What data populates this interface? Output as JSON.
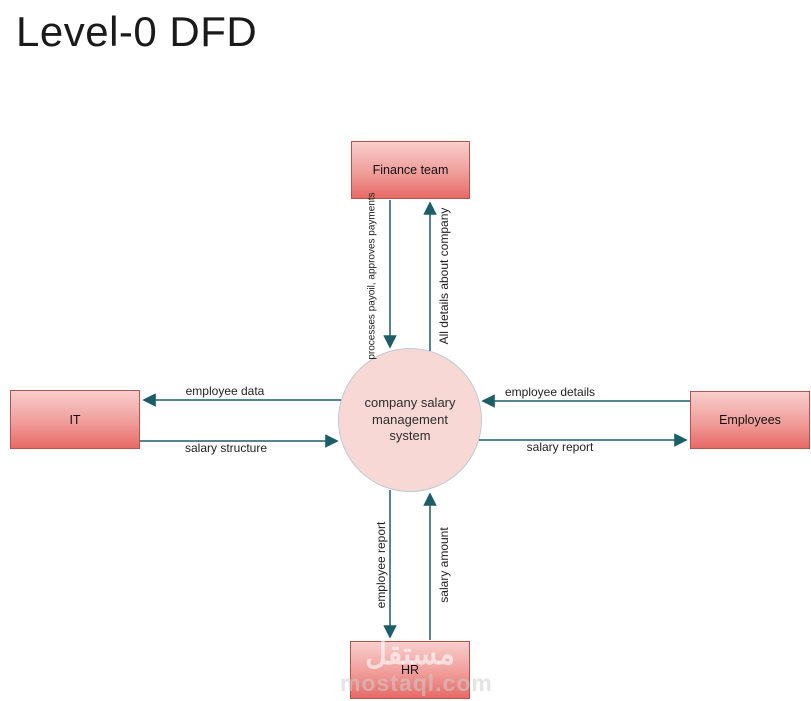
{
  "title": "Level-0 DFD",
  "diagram": {
    "process": {
      "label": "company salary management system"
    },
    "entities": {
      "finance": {
        "label": "Finance team"
      },
      "it": {
        "label": "IT"
      },
      "employees": {
        "label": "Employees"
      },
      "hr": {
        "label": "HR"
      }
    },
    "flows": {
      "finance_to_process": {
        "label": "processes payoil, approves payments",
        "from": "Finance team",
        "to": "company salary management system"
      },
      "process_to_finance": {
        "label": "All details about company",
        "from": "company salary management system",
        "to": "Finance team"
      },
      "process_to_it": {
        "label": "employee data",
        "from": "company salary management system",
        "to": "IT"
      },
      "it_to_process": {
        "label": "salary structure",
        "from": "IT",
        "to": "company salary management system"
      },
      "employees_to_process": {
        "label": "employee details",
        "from": "Employees",
        "to": "company salary management system"
      },
      "process_to_employees": {
        "label": "salary report",
        "from": "company salary management system",
        "to": "Employees"
      },
      "process_to_hr": {
        "label": "employee report",
        "from": "company salary management system",
        "to": "HR"
      },
      "hr_to_process": {
        "label": "salary amount",
        "from": "HR",
        "to": "company salary management system"
      }
    },
    "colors": {
      "entity_fill_top": "#f8cecc",
      "entity_fill_bottom": "#e66a66",
      "entity_border": "#b85450",
      "process_fill": "#f8d8d4",
      "process_border": "#bccbd4",
      "arrow": "#1c5e67",
      "background": "#ffffff"
    }
  },
  "watermark": {
    "arabic": "مستقل",
    "domain": "mostaql.com"
  }
}
